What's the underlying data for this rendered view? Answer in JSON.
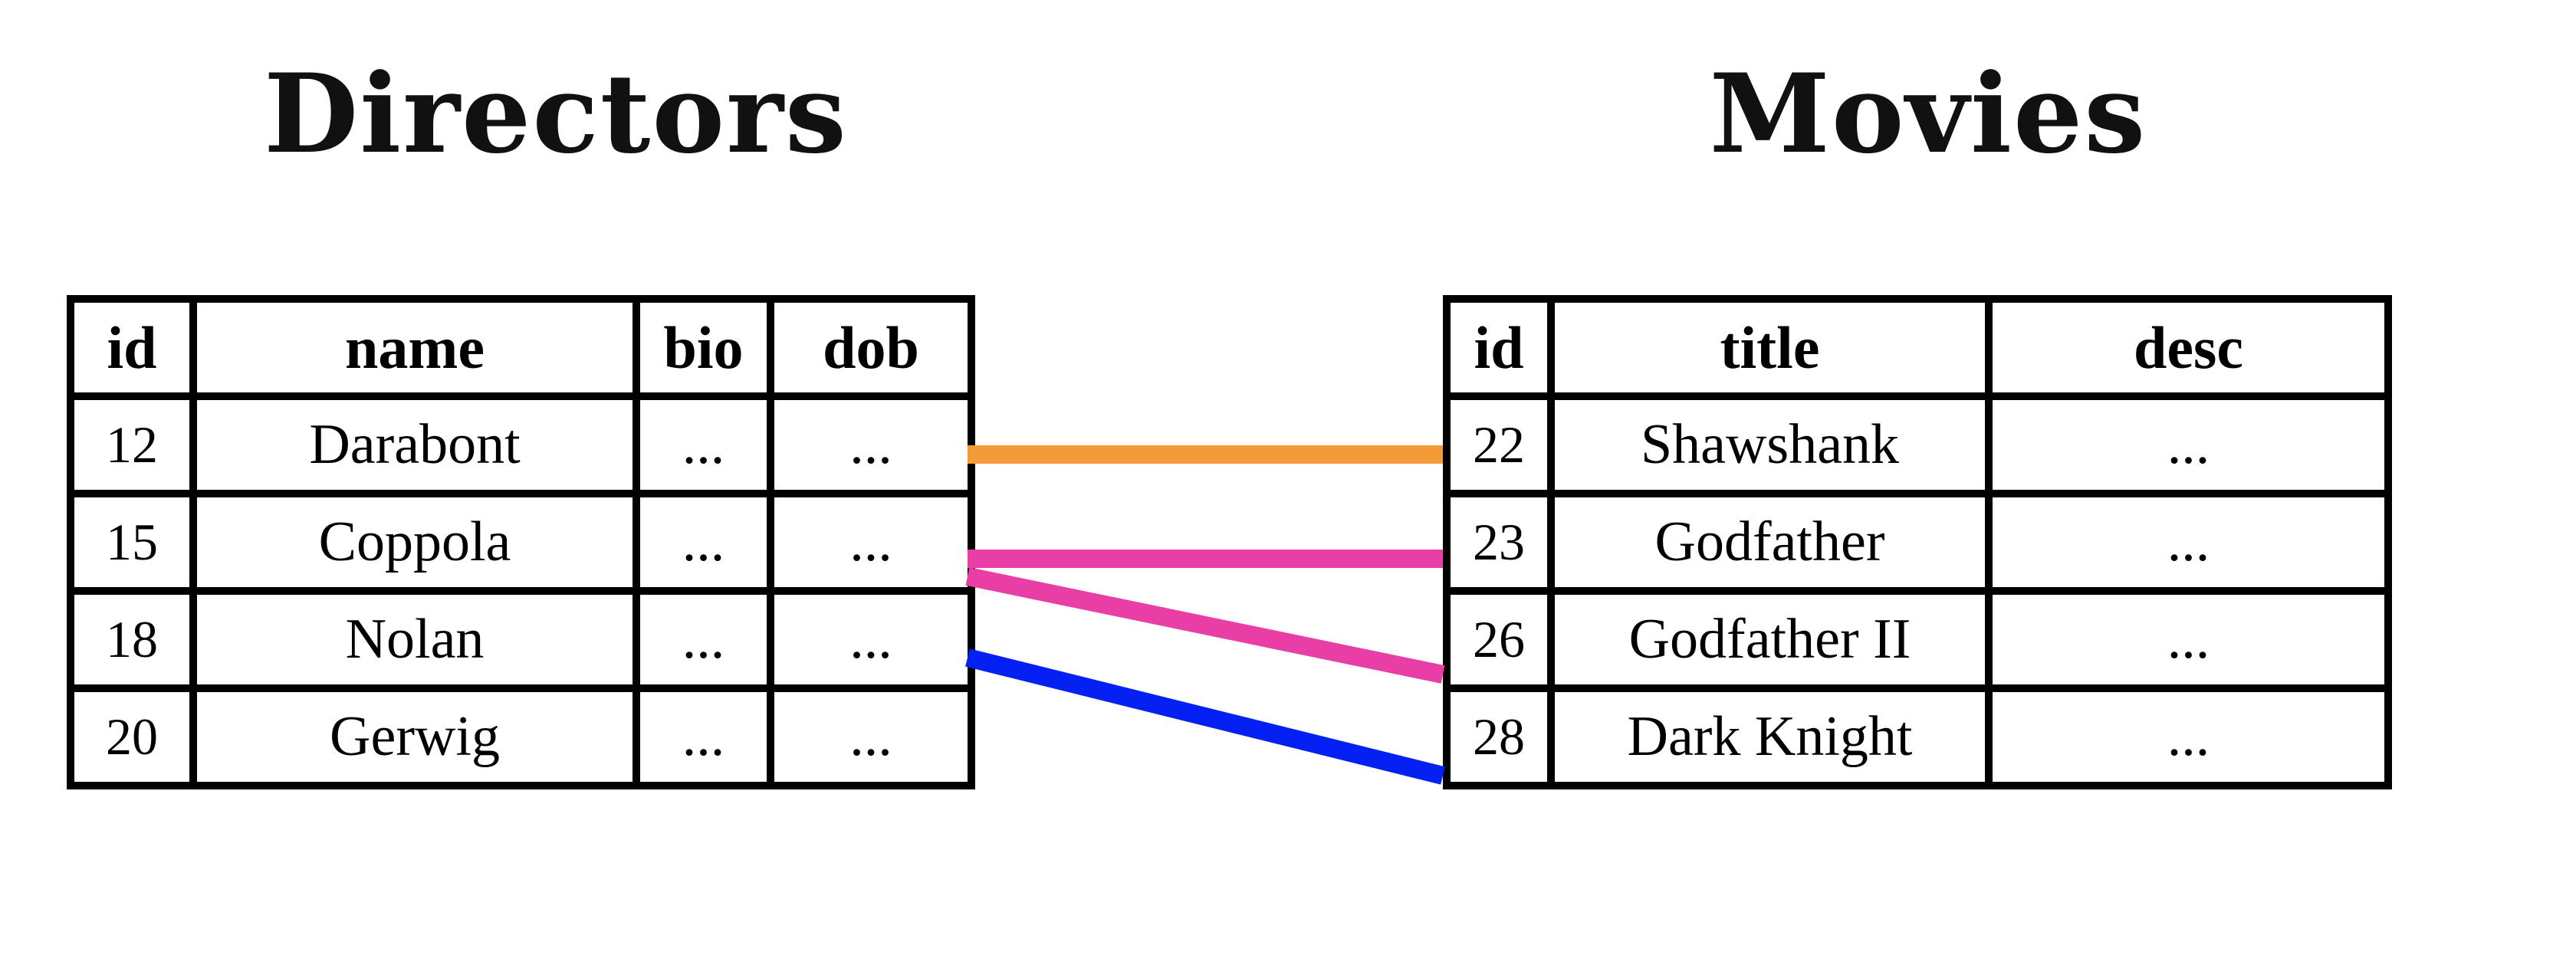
{
  "directors": {
    "title": "Directors",
    "columns": [
      "id",
      "name",
      "bio",
      "dob"
    ],
    "rows": [
      [
        "12",
        "Darabont",
        "...",
        "..."
      ],
      [
        "15",
        "Coppola",
        "...",
        "..."
      ],
      [
        "18",
        "Nolan",
        "...",
        "..."
      ],
      [
        "20",
        "Gerwig",
        "...",
        "..."
      ]
    ]
  },
  "movies": {
    "title": "Movies",
    "columns": [
      "id",
      "title",
      "desc"
    ],
    "rows": [
      [
        "22",
        "Shawshank",
        "..."
      ],
      [
        "23",
        "Godfather",
        "..."
      ],
      [
        "26",
        "Godfather II",
        "..."
      ],
      [
        "28",
        "Dark Knight",
        "..."
      ]
    ]
  },
  "links": [
    {
      "director_id": "12",
      "movie_id": "22",
      "color": "#f29b38"
    },
    {
      "director_id": "15",
      "movie_id": "23",
      "color": "#e83ea6"
    },
    {
      "director_id": "15",
      "movie_id": "26",
      "color": "#e83ea6"
    },
    {
      "director_id": "18",
      "movie_id": "28",
      "color": "#0420f2"
    }
  ]
}
